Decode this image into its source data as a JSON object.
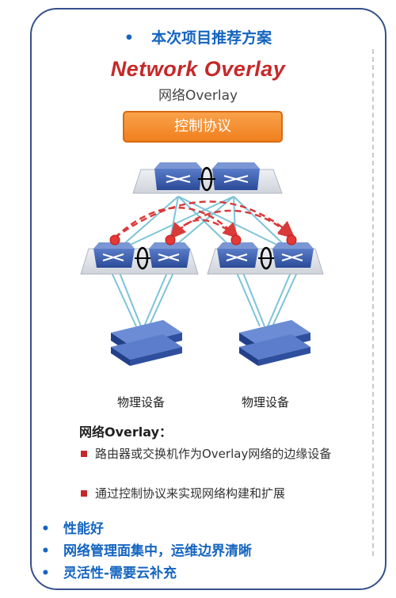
{
  "header": {
    "bullet": "•",
    "title": "本次项目推荐方案"
  },
  "diagram": {
    "title": "Network Overlay",
    "subtitle": "网络Overlay",
    "control_label": "控制协议",
    "device_left": "物理设备",
    "device_right": "物理设备"
  },
  "overlay": {
    "heading": "网络Overlay：",
    "items": [
      "路由器或交换机作为Overlay网络的边缘设备",
      "通过控制协议来实现网络构建和扩展"
    ]
  },
  "bottom": {
    "bullet": "•",
    "items": [
      "性能好",
      "网络管理面集中，运维边界清晰",
      "灵活性-需要云补充"
    ]
  },
  "colors": {
    "accent_blue": "#1565c0",
    "title_red": "#c62828",
    "orange": "#f0801e",
    "switch_blue": "#3556a8",
    "link_cyan": "#7ec3d8"
  }
}
